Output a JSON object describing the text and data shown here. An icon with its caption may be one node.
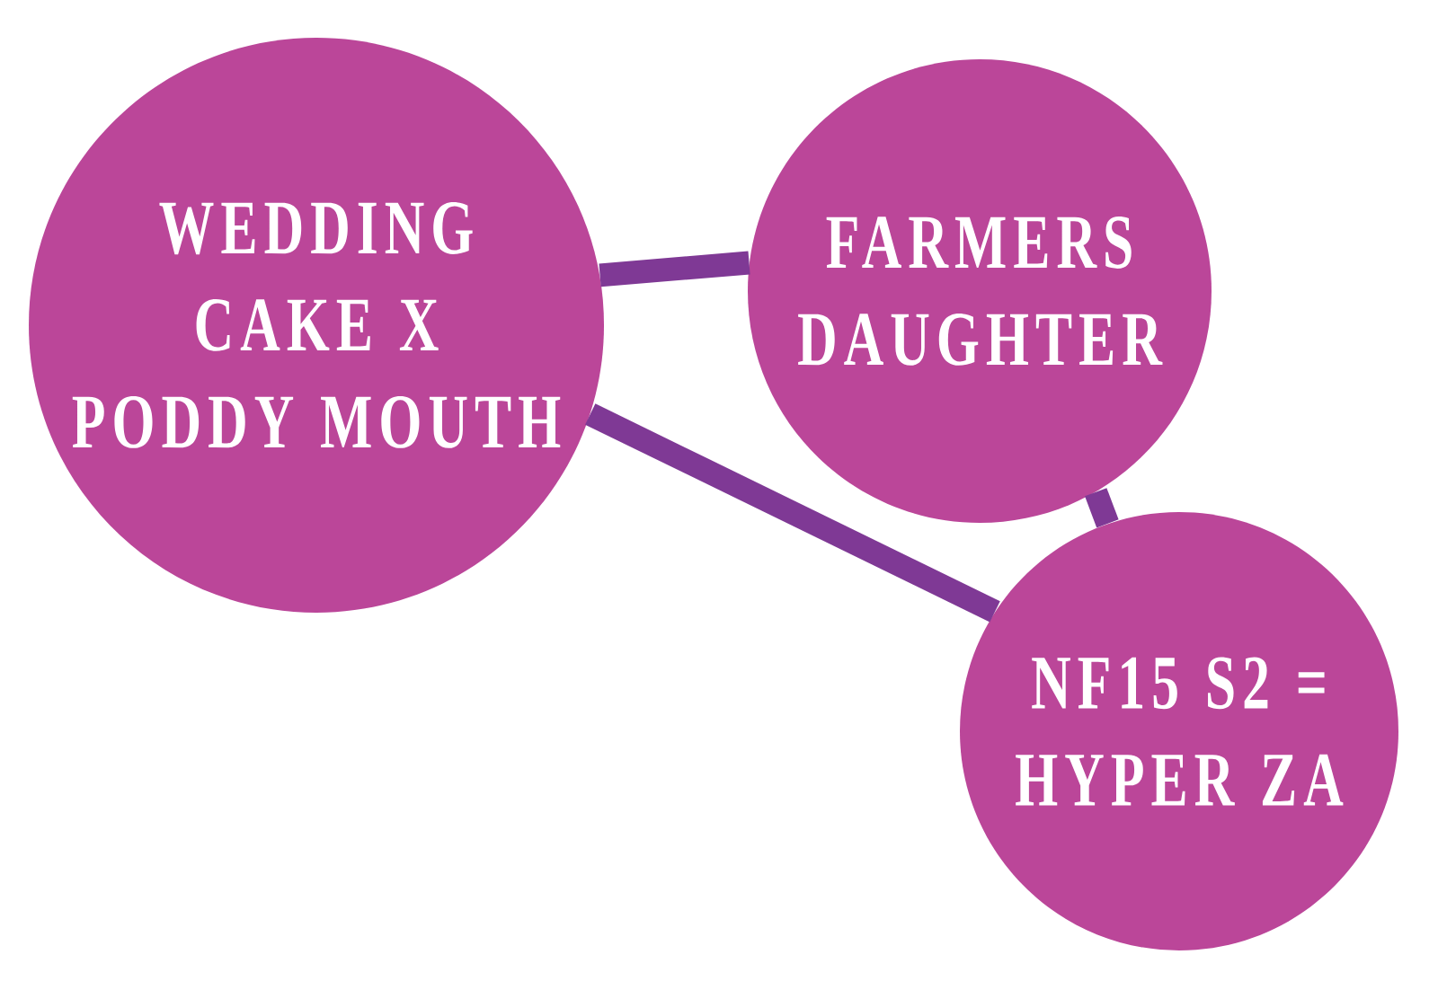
{
  "diagram": {
    "nodes": [
      {
        "text": [
          "WEDDING CAKE X PODDY MOUTH"
        ]
      },
      {
        "text": [
          "FARMERS DAUGHTER"
        ]
      },
      {
        "text": [
          "NF15 S2 = HYPER ZA"
        ]
      }
    ],
    "edges": [
      {
        "from": 0,
        "to": 1,
        "arrow": "none"
      },
      {
        "from": 0,
        "to": 2,
        "arrow": "none"
      },
      {
        "from": 1,
        "to": 2,
        "arrow": "none"
      }
    ]
  }
}
